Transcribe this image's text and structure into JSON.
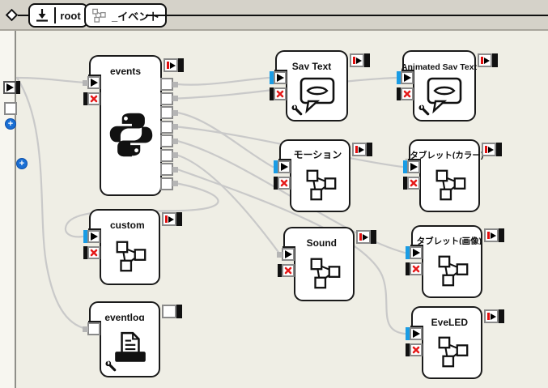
{
  "breadcrumb": {
    "root_label": "root",
    "event_label": "_イベント",
    "root_icon": "root-level-icon",
    "event_icon": "diagram-icon"
  },
  "boxes": {
    "events": {
      "title": "events",
      "icon": "python-icon"
    },
    "say_text": {
      "title": "Say Text",
      "icon": "speech-bubble-icon"
    },
    "animated_say_text": {
      "title": "Animated Say Text",
      "icon": "speech-bubble-icon"
    },
    "motion": {
      "title": "_モーション",
      "icon": "diagram-icon"
    },
    "tablet_color": {
      "title": "_タブレット(カラー)",
      "icon": "diagram-icon"
    },
    "custom": {
      "title": "_custom",
      "icon": "diagram-icon"
    },
    "sound": {
      "title": "_Sound",
      "icon": "diagram-icon"
    },
    "tablet_image": {
      "title": "_タブレット(画像)",
      "icon": "diagram-icon"
    },
    "eye_led": {
      "title": "_EyeLED",
      "icon": "diagram-icon"
    },
    "eventlog": {
      "title": "eventlog",
      "icon": "printer-icon"
    }
  },
  "colors": {
    "canvas_bg": "#efeee5",
    "toolbar_bg": "#d5d2c9",
    "box_border": "#1a1a1a",
    "wire": "#c9c9c9",
    "port_blue": "#1a9ce4",
    "port_red": "#e51a1a",
    "output_red": "#e00d0d",
    "add_button_blue": "#1a6fd4"
  }
}
